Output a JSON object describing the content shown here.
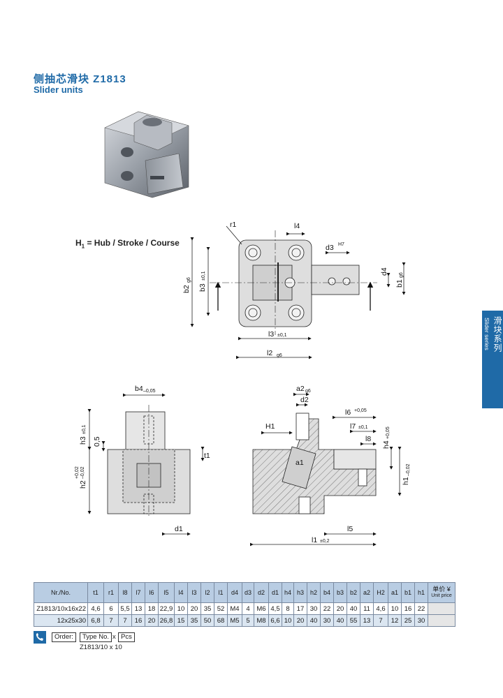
{
  "header": {
    "title_cn": "侧抽芯滑块  Z1813",
    "title_en": "Slider units"
  },
  "drawing": {
    "hub_label_prefix": "H",
    "hub_label_sub": "1",
    "hub_label_rest": " = Hub  / Stroke / Course",
    "labels": {
      "r1": "r1",
      "l4": "l4",
      "d3": "d3",
      "d3_tol": "H7",
      "b2": "b2",
      "b2_tol": "g6",
      "b3": "b3",
      "b3_tol": "±0,1",
      "d4": "d4",
      "b1": "b1",
      "b1_tol": "g6",
      "l3": "l3",
      "l3_tol": "±0,1",
      "l2": "l2",
      "l2_tol": "g6",
      "b4": "b4",
      "b4_tol": "–0,05",
      "h3": "h3",
      "h3_tol": "±0,1",
      "v05": "0,5",
      "t1": "t1",
      "h2": "h2",
      "h2_tol_up": "+0,02",
      "h2_tol_dn": "–0,02",
      "d1": "d1",
      "a2": "a2",
      "a2_tol": "g6",
      "d2": "d2",
      "H1": "H1",
      "l6": "l6",
      "l6_tol": "+0,05",
      "l7": "l7",
      "l7_tol": "±0,1",
      "l8": "l8",
      "h4": "h4",
      "h4_tol": "+0,05",
      "a1": "a1",
      "h1": "h1",
      "h1_tol": "–0,02",
      "l5": "l5",
      "l1": "l1",
      "l1_tol": "±0,2"
    }
  },
  "side_tab": {
    "cn": "滑块系列",
    "en": "Slider series"
  },
  "table": {
    "col_nr": "Nr./No.",
    "headers": [
      "t1",
      "r1",
      "l8",
      "l7",
      "l6",
      "l5",
      "l4",
      "l3",
      "l2",
      "l1",
      "d4",
      "d3",
      "d2",
      "d1",
      "h4",
      "h3",
      "h2",
      "b4",
      "b3",
      "b2",
      "a2",
      "H2",
      "a1",
      "b1",
      "h1"
    ],
    "price_head_cn": "单价 ¥",
    "price_head_en": "Unit price",
    "rows": [
      {
        "nr": "Z1813/10x16x22",
        "cells": [
          "4,6",
          "6",
          "5,5",
          "13",
          "18",
          "22,9",
          "10",
          "20",
          "35",
          "52",
          "M4",
          "4",
          "M6",
          "4,5",
          "8",
          "17",
          "30",
          "22",
          "20",
          "40",
          "11",
          "4,6",
          "10",
          "16",
          "22"
        ]
      },
      {
        "nr": "12x25x30",
        "cells": [
          "6,8",
          "7",
          "7",
          "16",
          "20",
          "26,8",
          "15",
          "35",
          "50",
          "68",
          "M5",
          "5",
          "M8",
          "6,6",
          "10",
          "20",
          "40",
          "30",
          "40",
          "55",
          "13",
          "7",
          "12",
          "25",
          "30"
        ]
      }
    ]
  },
  "order": {
    "label": "Order:",
    "type_no": "Type No.",
    "x1": "x",
    "pcs": "Pcs",
    "example": "Z1813/10  x    10"
  }
}
